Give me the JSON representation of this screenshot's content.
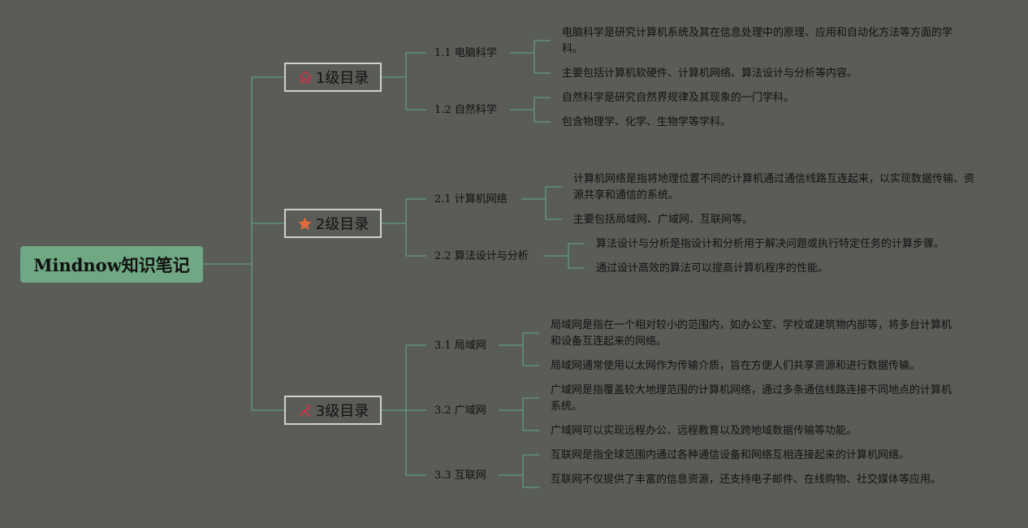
{
  "root": {
    "label": "Mindnow知识笔记"
  },
  "branches": [
    {
      "label": "1级目录",
      "icon": "home-icon",
      "icon_color": "#c7354a",
      "children": [
        {
          "label": "1.1 电脑科学",
          "notes": [
            "电脑科学是研究计算机系统及其在信息处理中的原理、应用和自动化方法等方面的学科。",
            "主要包括计算机软硬件、计算机网络、算法设计与分析等内容。"
          ]
        },
        {
          "label": "1.2 自然科学",
          "notes": [
            "自然科学是研究自然界规律及其现象的一门学科。",
            "包含物理学、化学、生物学等学科。"
          ]
        }
      ]
    },
    {
      "label": "2级目录",
      "icon": "star-icon",
      "icon_color": "#e2693a",
      "children": [
        {
          "label": "2.1 计算机网络",
          "notes": [
            "计算机网络是指将地理位置不同的计算机通过通信线路互连起来，以实现数据传输、资源共享和通信的系统。",
            "主要包括局域网、广域网、互联网等。"
          ]
        },
        {
          "label": "2.2 算法设计与分析",
          "notes": [
            "算法设计与分析是指设计和分析用于解决问题或执行特定任务的计算步骤。",
            "通过设计高效的算法可以提高计算机程序的性能。"
          ]
        }
      ]
    },
    {
      "label": "3级目录",
      "icon": "tools-icon",
      "icon_color": "#c7354a",
      "children": [
        {
          "label": "3.1 局域网",
          "notes": [
            "局域网是指在一个相对较小的范围内，如办公室、学校或建筑物内部等，将多台计算机和设备互连起来的网络。",
            "局域网通常使用以太网作为传输介质，旨在方便人们共享资源和进行数据传输。"
          ]
        },
        {
          "label": "3.2 广域网",
          "notes": [
            "广域网是指覆盖较大地理范围的计算机网络，通过多条通信线路连接不同地点的计算机系统。",
            "广域网可以实现远程办公、远程教育以及跨地域数据传输等功能。"
          ]
        },
        {
          "label": "3.3 互联网",
          "notes": [
            "互联网是指全球范围内通过各种通信设备和网络互相连接起来的计算机网络。",
            "互联网不仅提供了丰富的信息资源，还支持电子邮件、在线购物、社交媒体等应用。"
          ]
        }
      ]
    }
  ],
  "colors": {
    "background": "#5a5c58",
    "root_fill": "#6fa882",
    "connector": "#5f9c80"
  }
}
